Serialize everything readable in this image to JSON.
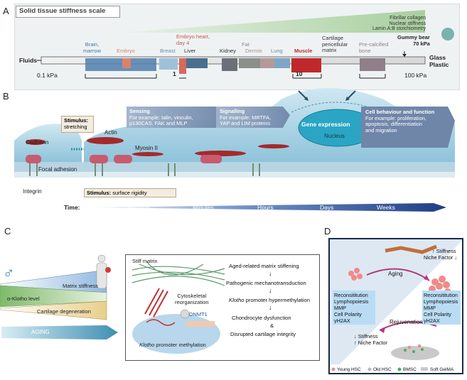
{
  "panelA": {
    "label": "A",
    "title": "Solid tissue stiffness scale",
    "wedge_lines": [
      "Fibrillar collagen",
      "Nuclear stiffness",
      "Lamin A:B stoichiometry"
    ],
    "left_end": "Fluids",
    "right_end_lines": [
      "Glass",
      "Plastic"
    ],
    "ticks": {
      "low": "0.1 kPa",
      "one": "1",
      "ten": "10",
      "high": "100 kPa"
    },
    "tissues": {
      "brain": [
        "Brain,",
        "marrow"
      ],
      "embryo": "Embryo",
      "breast": "Breast",
      "liver": "Liver",
      "embryo_heart": [
        "Embryo heart,",
        "day 4"
      ],
      "kidney": "Kidney",
      "fat": "Fat",
      "dermis": "Dermis",
      "lung": "Lung",
      "muscle": "Muscle",
      "cartilage": [
        "Cartilage",
        "pericellular",
        "matrix"
      ],
      "bone": [
        "Pre-calcified",
        "bone"
      ],
      "gummy": [
        "Gummy bear",
        "70 kPa"
      ]
    },
    "colors": {
      "brain": "#4a7fb0",
      "embryo": "#d9826a",
      "heart": "#c0504d",
      "fat": "#8a8f8a",
      "dermis": "#b39a9a",
      "muscle": "#c0292b",
      "bone": "#8f7f88"
    }
  },
  "panelB": {
    "label": "B",
    "stimulus_stretch": [
      "Stimulus:",
      "stretching"
    ],
    "cadherin": "Cadherin",
    "actin": "Actin",
    "myosin": "Myosin II",
    "focal": "Focal adhesion",
    "integrin": "Integrin",
    "stimulus_rigid_bold": "Stimulus:",
    "stimulus_rigid_text": "surface rigidity",
    "sensing_title": "Sensing",
    "sensing_body": [
      "For example: talin, vinculin,",
      "p130CAS, FAK and MLP"
    ],
    "signalling_title": "Signalling",
    "signalling_body": [
      "For example: MRTFA,",
      "YAP and LIM proteins"
    ],
    "gene_expression": "Gene expression",
    "nucleus": "Nucleus",
    "cell_title": "Cell behaviour and function",
    "cell_body": [
      "For example: proliferation,",
      "apoptosis, differentiation",
      "and migration"
    ],
    "time_label": "Time:",
    "time_scale": [
      "Seconds",
      "Minutes",
      "Hours",
      "Days",
      "Weeks"
    ]
  },
  "panelC": {
    "label": "C",
    "male_symbol": "♂",
    "wedges": [
      "Matrix stiffness",
      "α-Klotho level",
      "Cartilage degeneration"
    ],
    "aging": "AGING",
    "stiff_matrix": "Stiff matrix",
    "cytoskeletal": [
      "Cytoskeletal",
      "reorganization"
    ],
    "dnmt1": "DNMT1",
    "methyl_italic": "Klotho",
    "methyl_rest": "promoter methylation",
    "flow": [
      "Aged-related matrix stiffening",
      "Pathogenic mechanotransduction",
      "promoter hypermethylation",
      "Chondrocyte dysfunction",
      "&",
      "Disrupted cartilage integrity"
    ],
    "flow_italic": "Klotho"
  },
  "panelD": {
    "label": "D",
    "stiffness": "Stiffness",
    "niche": "Niche Factor",
    "aging": "Aging",
    "rejuvenation": "Rejuvenation",
    "list_left": [
      "Reconsititution",
      "Lymphopoiesis",
      "MMP",
      "Cell Polarity",
      "γH2AX"
    ],
    "list_right": [
      "Reconsititution",
      "Lymphopoiesis",
      "MMP",
      "Cell Polarity",
      "γH2AX"
    ],
    "legend": [
      "Young HSC",
      "Old HSC",
      "BMSC",
      "Soft GelMA"
    ]
  }
}
